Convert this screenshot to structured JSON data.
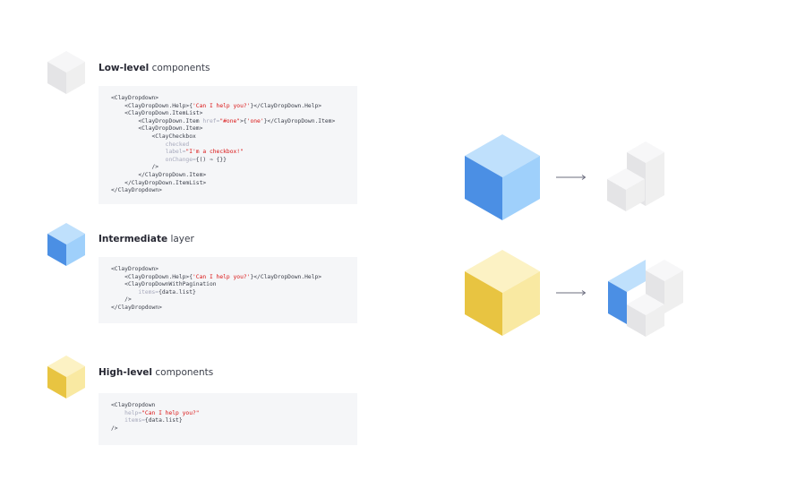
{
  "sections": [
    {
      "title_bold": "Low-level",
      "title_rest": " components",
      "cube": {
        "left": "#e4e4e6",
        "right": "#efefef",
        "top": "#f6f6f7"
      },
      "code_lines": [
        [
          {
            "t": "tag",
            "v": "<ClayDropdown>"
          }
        ],
        [
          {
            "t": "tag",
            "v": "    <ClayDropDown.Help>{"
          },
          {
            "t": "str",
            "v": "'Can I help you?'"
          },
          {
            "t": "tag",
            "v": "}</ClayDropDown.Help>"
          }
        ],
        [
          {
            "t": "tag",
            "v": "    <ClayDropDown.ItemList>"
          }
        ],
        [
          {
            "t": "tag",
            "v": "        <ClayDropDown.Item "
          },
          {
            "t": "attr",
            "v": "href="
          },
          {
            "t": "str",
            "v": "\"#one\""
          },
          {
            "t": "tag",
            "v": ">{"
          },
          {
            "t": "str",
            "v": "'one'"
          },
          {
            "t": "tag",
            "v": "}</ClayDropDown.Item>"
          }
        ],
        [
          {
            "t": "tag",
            "v": "        <ClayDropDown.Item>"
          }
        ],
        [
          {
            "t": "tag",
            "v": "            <ClayCheckbox"
          }
        ],
        [
          {
            "t": "attr",
            "v": "                checked"
          }
        ],
        [
          {
            "t": "attr",
            "v": "                label="
          },
          {
            "t": "str",
            "v": "\"I'm a checkbox!\""
          }
        ],
        [
          {
            "t": "attr",
            "v": "                onChange="
          },
          {
            "t": "plain",
            "v": "{() ⇒ {}}"
          }
        ],
        [
          {
            "t": "tag",
            "v": "            />"
          }
        ],
        [
          {
            "t": "tag",
            "v": "        </ClayDropDown.Item>"
          }
        ],
        [
          {
            "t": "tag",
            "v": "    </ClayDropDown.ItemList>"
          }
        ],
        [
          {
            "t": "tag",
            "v": "</ClayDropdown>"
          }
        ]
      ]
    },
    {
      "title_bold": "Intermediate",
      "title_rest": " layer",
      "cube": {
        "left": "#4b8fe4",
        "right": "#9fd0fb",
        "top": "#bfe0fc"
      },
      "code_lines": [
        [
          {
            "t": "tag",
            "v": "<ClayDropdown>"
          }
        ],
        [
          {
            "t": "tag",
            "v": "    <ClayDropDown.Help>{"
          },
          {
            "t": "str",
            "v": "'Can I help you?'"
          },
          {
            "t": "tag",
            "v": "}</ClayDropDown.Help>"
          }
        ],
        [
          {
            "t": "tag",
            "v": "    <ClayDropDownWithPagination"
          }
        ],
        [
          {
            "t": "attr",
            "v": "        items="
          },
          {
            "t": "plain",
            "v": "{data.list}"
          }
        ],
        [
          {
            "t": "tag",
            "v": "    />"
          }
        ],
        [
          {
            "t": "tag",
            "v": "</ClayDropdown>"
          }
        ]
      ]
    },
    {
      "title_bold": "High-level",
      "title_rest": " components",
      "cube": {
        "left": "#e8c441",
        "right": "#f9e9a2",
        "top": "#fcf2c4"
      },
      "code_lines": [
        [
          {
            "t": "tag",
            "v": "<ClayDropdown"
          }
        ],
        [
          {
            "t": "attr",
            "v": "    help="
          },
          {
            "t": "str",
            "v": "\"Can I help you?\""
          }
        ],
        [
          {
            "t": "attr",
            "v": "    items="
          },
          {
            "t": "plain",
            "v": "{data.list}"
          }
        ],
        [
          {
            "t": "tag",
            "v": "/>"
          }
        ]
      ]
    }
  ],
  "diagram": {
    "blue_cube": {
      "left": "#4b8fe4",
      "right": "#9fd0fb",
      "top": "#bfe0fc"
    },
    "yellow_cube": {
      "left": "#e8c441",
      "right": "#f9e9a2",
      "top": "#fcf2c4"
    },
    "shape_gray": {
      "left": "#e4e4e6",
      "right": "#efefef",
      "top": "#f7f7f8"
    },
    "shape_blue": {
      "left": "#4b8fe4",
      "right": "#bfe0fc",
      "top": "#bfe0fc"
    },
    "arrow_color": "#6b6c7e"
  }
}
